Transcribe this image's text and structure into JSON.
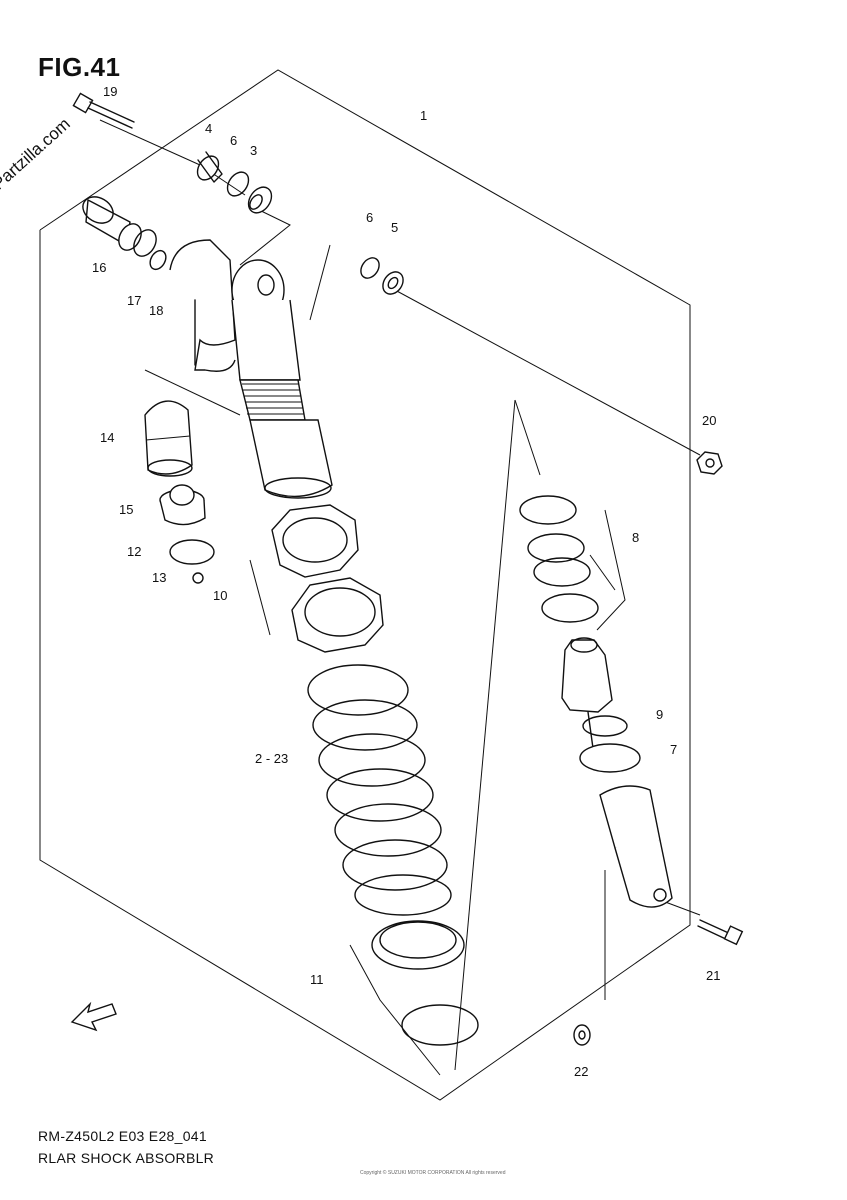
{
  "header": {
    "fig_label": "FIG.41"
  },
  "watermark": {
    "text": "© Partzilla.com"
  },
  "footer": {
    "model_code": "RM-Z450L2 E03 E28_041",
    "diagram_name": "RLAR SHOCK ABSORBLR",
    "tiny_text": "Copyright © SUZUKI MOTOR CORPORATION All rights reserved"
  },
  "callouts": {
    "c1": "1",
    "c2_23": "2 - 23",
    "c3": "3",
    "c4": "4",
    "c5": "5",
    "c6a": "6",
    "c6b": "6",
    "c7": "7",
    "c8": "8",
    "c9": "9",
    "c10": "10",
    "c11": "11",
    "c12": "12",
    "c13": "13",
    "c14": "14",
    "c15": "15",
    "c16": "16",
    "c17": "17",
    "c18": "18",
    "c19": "19",
    "c20": "20",
    "c21": "21",
    "c22": "22"
  },
  "icons": {
    "fwd_arrow": "fwd-arrow-icon"
  }
}
